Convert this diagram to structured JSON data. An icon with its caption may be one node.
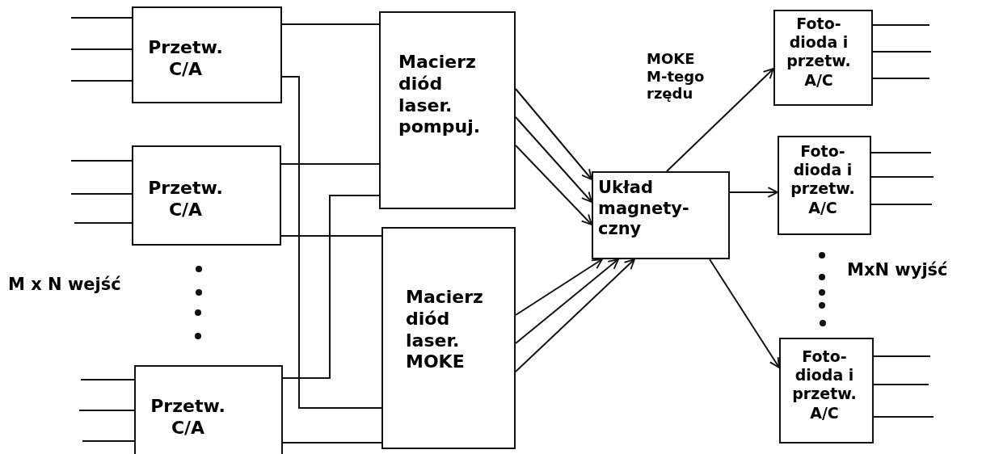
{
  "diagram": {
    "nodes": [
      {
        "text": [
          "Przetw. C/A"
        ]
      },
      {
        "text": [
          "Przetw. C/A"
        ]
      },
      {
        "text": [
          "Przetw. C/A"
        ]
      },
      {
        "text": [
          "Macierz diód laser. pompuj."
        ]
      },
      {
        "text": [
          "Macierz diód laser. MOKE"
        ]
      },
      {
        "text": [
          "Układ magnety- czny"
        ]
      },
      {
        "text": [
          "Foto- dioda i przetw. A/C"
        ]
      },
      {
        "text": [
          "Foto- dioda i przetw. A/C"
        ]
      },
      {
        "text": [
          "Foto- dioda i przetw. A/C"
        ]
      }
    ],
    "edges": [
      {
        "from": null,
        "to": 0,
        "arrow": "none"
      },
      {
        "from": null,
        "to": 0,
        "arrow": "none"
      },
      {
        "from": null,
        "to": 0,
        "arrow": "none"
      },
      {
        "from": null,
        "to": 1,
        "arrow": "none"
      },
      {
        "from": null,
        "to": 1,
        "arrow": "none"
      },
      {
        "from": null,
        "to": 1,
        "arrow": "none"
      },
      {
        "from": null,
        "to": 2,
        "arrow": "none"
      },
      {
        "from": null,
        "to": 2,
        "arrow": "none"
      },
      {
        "from": null,
        "to": 2,
        "arrow": "none"
      },
      {
        "from": 0,
        "to": 3,
        "arrow": "none"
      },
      {
        "from": 0,
        "to": 4,
        "arrow": "none"
      },
      {
        "from": 1,
        "to": 3,
        "arrow": "none"
      },
      {
        "from": 1,
        "to": 4,
        "arrow": "none"
      },
      {
        "from": 2,
        "to": 3,
        "arrow": "none"
      },
      {
        "from": 2,
        "to": 4,
        "arrow": "none"
      },
      {
        "from": 3,
        "to": 5,
        "arrow": "to"
      },
      {
        "from": 3,
        "to": 5,
        "arrow": "to"
      },
      {
        "from": 3,
        "to": 5,
        "arrow": "to"
      },
      {
        "from": 4,
        "to": 5,
        "arrow": "to"
      },
      {
        "from": 4,
        "to": 5,
        "arrow": "to"
      },
      {
        "from": 4,
        "to": 5,
        "arrow": "to"
      },
      {
        "from": 5,
        "to": 6,
        "arrow": "to",
        "label": "MOKE M-tego rzędu"
      },
      {
        "from": 5,
        "to": 7,
        "arrow": "to"
      },
      {
        "from": 5,
        "to": 8,
        "arrow": "to"
      },
      {
        "from": 6,
        "to": null,
        "arrow": "none"
      },
      {
        "from": 6,
        "to": null,
        "arrow": "none"
      },
      {
        "from": 6,
        "to": null,
        "arrow": "none"
      },
      {
        "from": 7,
        "to": null,
        "arrow": "none"
      },
      {
        "from": 7,
        "to": null,
        "arrow": "none"
      },
      {
        "from": 7,
        "to": null,
        "arrow": "none"
      },
      {
        "from": 8,
        "to": null,
        "arrow": "none"
      },
      {
        "from": 8,
        "to": null,
        "arrow": "none"
      },
      {
        "from": 8,
        "to": null,
        "arrow": "none"
      }
    ],
    "labels": [
      "M x N wejść",
      "MxN wyjść"
    ]
  }
}
